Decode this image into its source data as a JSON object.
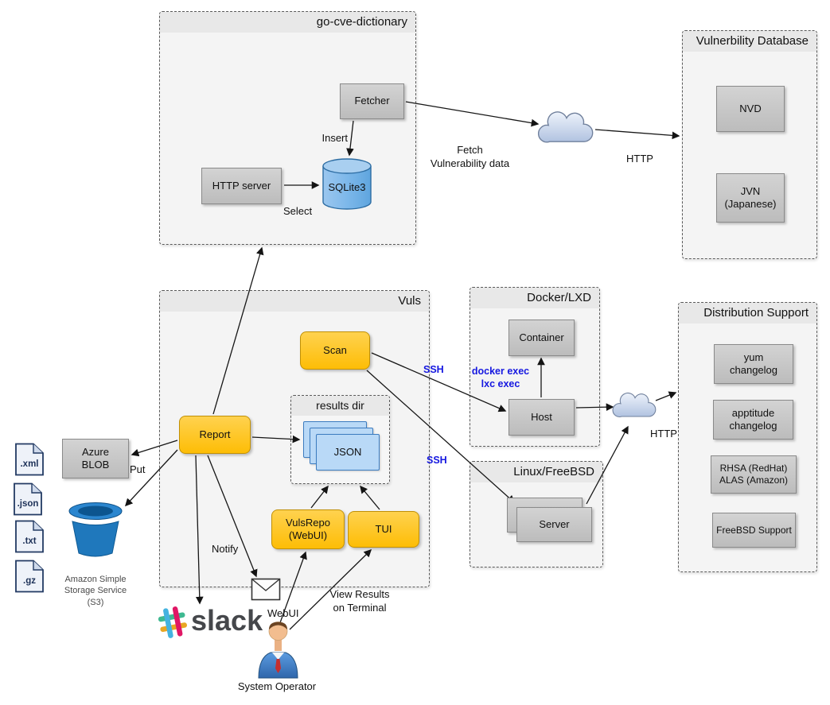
{
  "groups": {
    "go_cve_dictionary": "go-cve-dictionary",
    "vuln_db": "Vulnerbility Database",
    "vuls": "Vuls",
    "docker_lxd": "Docker/LXD",
    "linux_freebsd": "Linux/FreeBSD",
    "dist_support": "Distribution Support",
    "results_dir": "results dir"
  },
  "nodes": {
    "fetcher": "Fetcher",
    "http_server": "HTTP server",
    "sqlite3": "SQLite3",
    "nvd": "NVD",
    "jvn": "JVN\n(Japanese)",
    "container": "Container",
    "host": "Host",
    "server": "Server",
    "scan": "Scan",
    "report": "Report",
    "vulsrepo": "VulsRepo\n(WebUI)",
    "tui": "TUI",
    "json_file": "JSON",
    "azure_blob": "Azure\nBLOB",
    "yum_changelog": "yum\nchangelog",
    "apptitude_changelog": "apptitude\nchangelog",
    "rhsa_alas": "RHSA (RedHat)\nALAS (Amazon)",
    "freebsd_support": "FreeBSD Support"
  },
  "edge_labels": {
    "insert": "Insert",
    "select": "Select",
    "fetch_vuln": "Fetch\nVulnerability data",
    "http_top": "HTTP",
    "http_right": "HTTP",
    "ssh_docker": "SSH",
    "ssh_linux": "SSH",
    "docker_exec": "docker exec\nlxc exec",
    "put": "Put",
    "notify": "Notify",
    "webui": "WebUI",
    "view_results": "View Results\non Terminal"
  },
  "file_badges": [
    ".xml",
    ".json",
    ".txt",
    ".gz"
  ],
  "captions": {
    "s3": "Amazon Simple\nStorage Service\n(S3)",
    "system_operator": "System Operator",
    "slack": "slack"
  },
  "colors": {
    "accent_yellow": "#ffc40d",
    "node_gray": "#c9c9c9",
    "file_blue": "#b9d9f7",
    "cylinder_blue": "#7db8ea",
    "bucket_blue": "#1f78bc",
    "link_blue": "#1517e0",
    "cloud_fill": "#c7d4e9"
  }
}
